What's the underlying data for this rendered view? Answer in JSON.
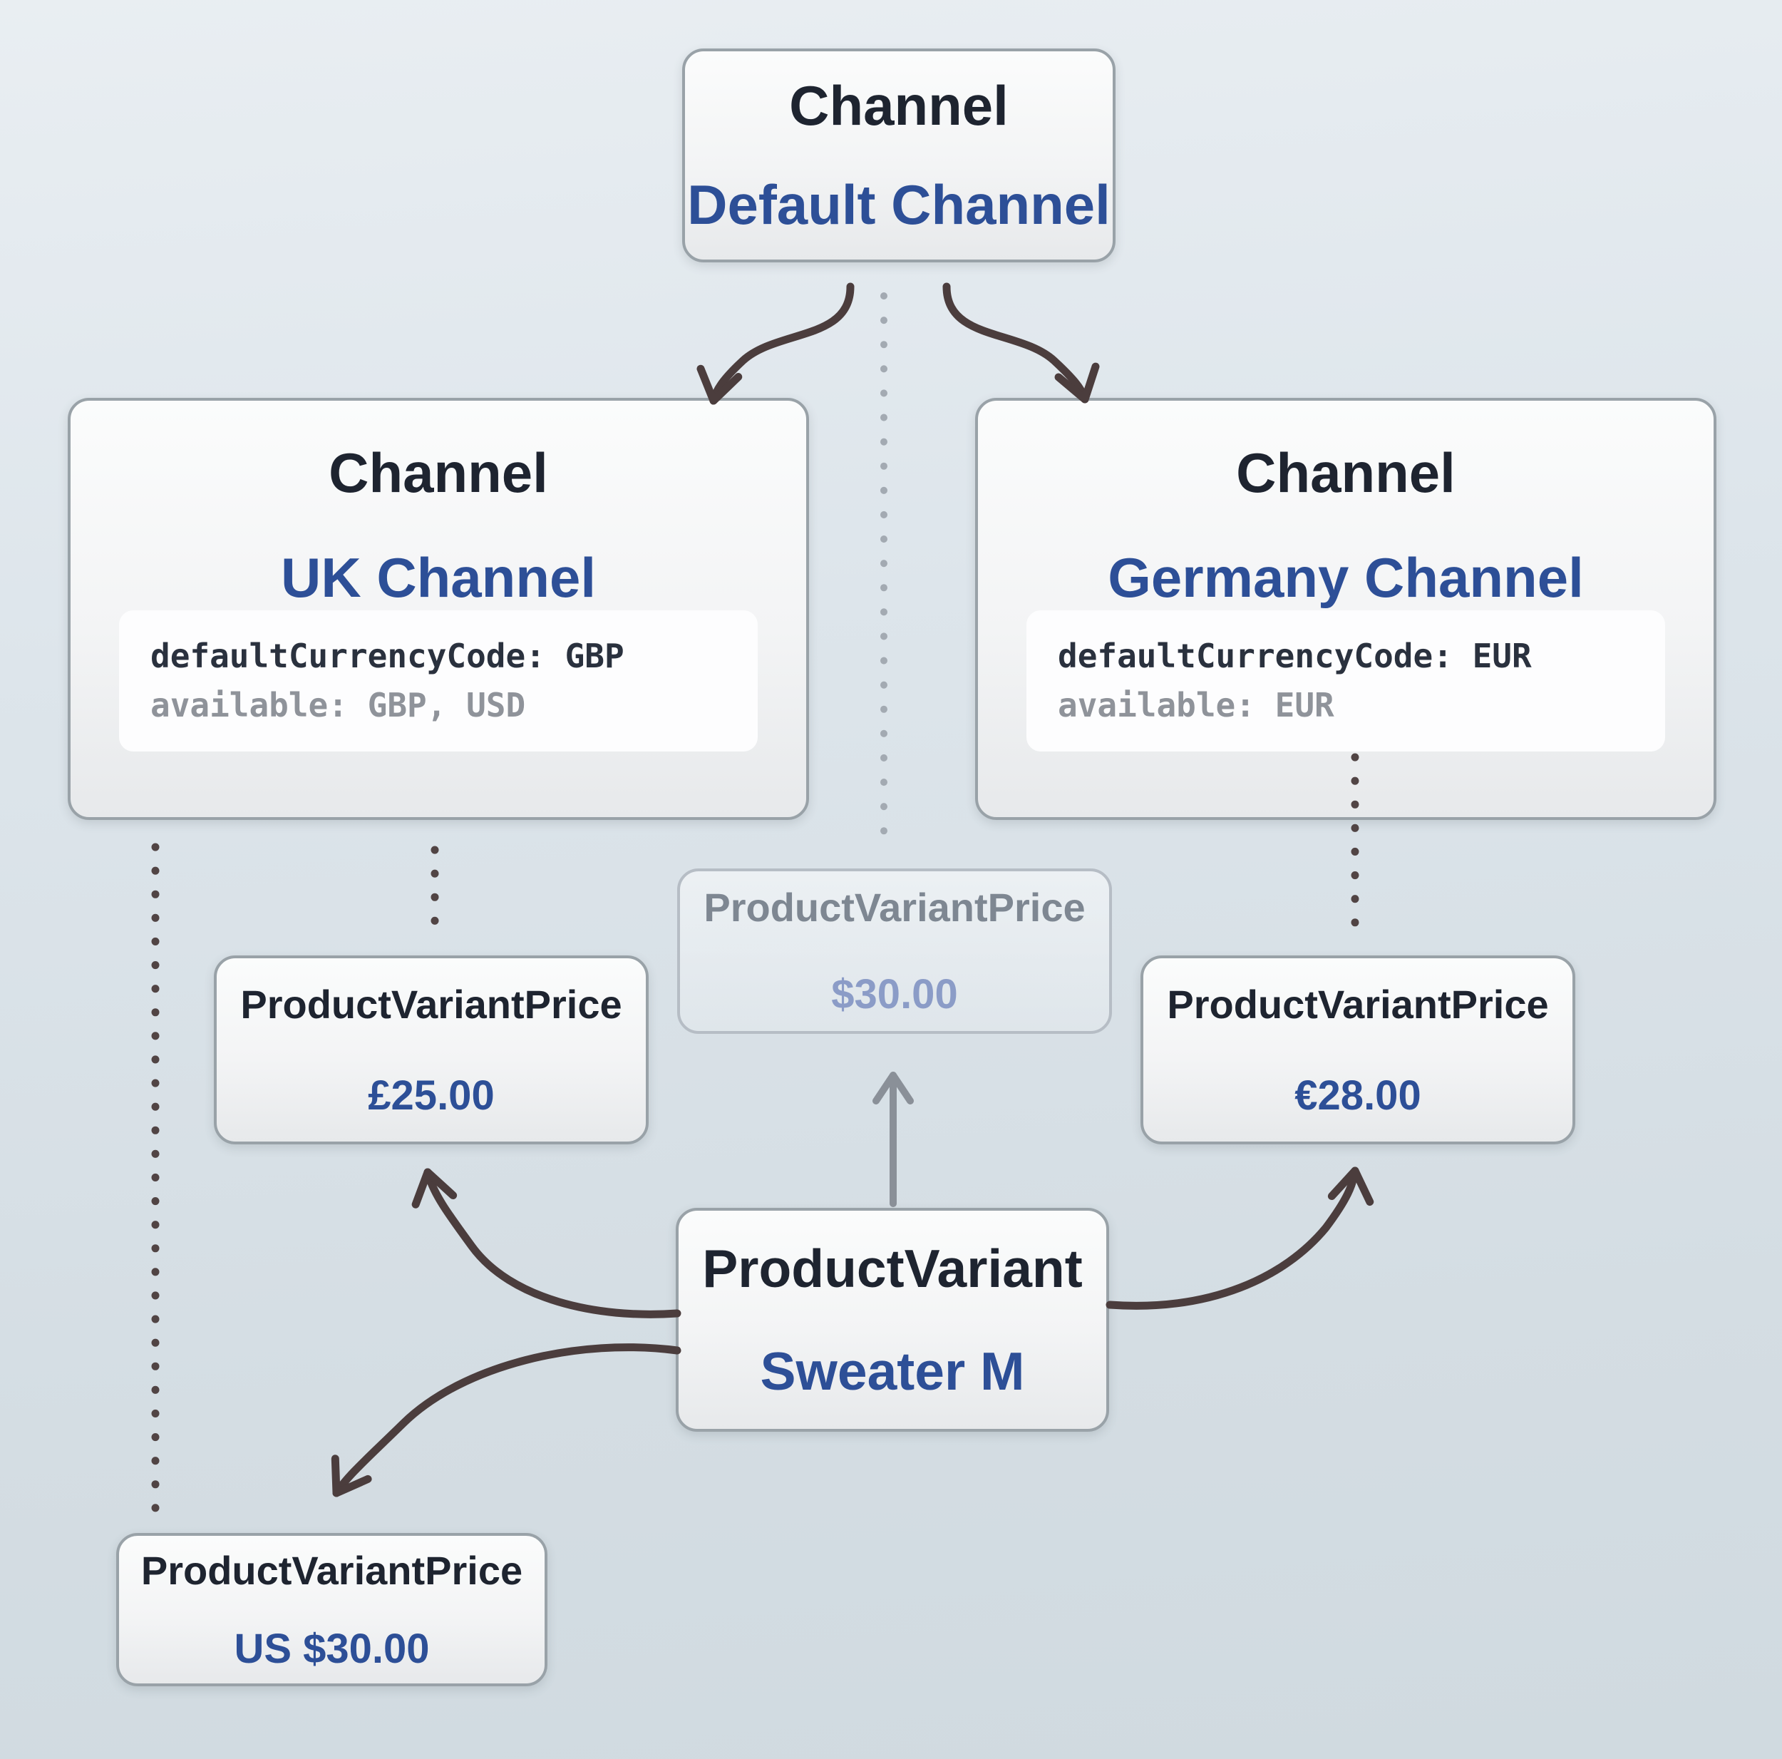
{
  "diagram": {
    "topic": "Channel and ProductVariant price relationships",
    "nodes": {
      "default_channel": {
        "type_label": "Channel",
        "name": "Default Channel"
      },
      "uk_channel": {
        "type_label": "Channel",
        "name": "UK Channel",
        "code_line1": "defaultCurrencyCode: GBP",
        "code_line2": "available: GBP, USD"
      },
      "germany_channel": {
        "type_label": "Channel",
        "name": "Germany Channel",
        "code_line1": "defaultCurrencyCode: EUR",
        "code_line2": "available: EUR"
      },
      "uk_price": {
        "type_label": "ProductVariantPrice",
        "value": "£25.00"
      },
      "default_price_ghost": {
        "type_label": "ProductVariantPrice",
        "value": "$30.00"
      },
      "germany_price": {
        "type_label": "ProductVariantPrice",
        "value": "€28.00"
      },
      "usd_price": {
        "type_label": "ProductVariantPrice",
        "value": "US $30.00"
      },
      "product_variant": {
        "type_label": "ProductVariant",
        "name": "Sweater M"
      }
    },
    "edges": [
      {
        "from": "default_channel",
        "to": "uk_channel",
        "style": "solid-arrow-dark"
      },
      {
        "from": "default_channel",
        "to": "germany_channel",
        "style": "solid-arrow-dark"
      },
      {
        "from": "default_channel",
        "to": "default_price_ghost",
        "style": "dotted-light"
      },
      {
        "from": "uk_channel",
        "to": "usd_price",
        "style": "dotted-dark"
      },
      {
        "from": "uk_channel",
        "to": "uk_price",
        "style": "dotted-dark"
      },
      {
        "from": "germany_channel",
        "to": "germany_price",
        "style": "dotted-dark"
      },
      {
        "from": "product_variant",
        "to": "default_price_ghost",
        "style": "solid-arrow-gray"
      },
      {
        "from": "product_variant",
        "to": "uk_price",
        "style": "solid-arrow-dark"
      },
      {
        "from": "product_variant",
        "to": "usd_price",
        "style": "solid-arrow-dark"
      },
      {
        "from": "product_variant",
        "to": "germany_price",
        "style": "solid-arrow-dark"
      }
    ],
    "colors": {
      "background_top": "#e9eef2",
      "background_bottom": "#d0dae0",
      "box_border": "#99a2a8",
      "box_fill": "#f5f6f7",
      "heading_text": "#1e2430",
      "accent_blue": "#2d4f97",
      "code_text": "#2a313e",
      "code_muted": "#8f939a",
      "connector_dark": "#4b3d3d",
      "connector_light": "#a3aab2",
      "connector_gray": "#8a9098",
      "ghost_title": "#7e8792",
      "ghost_value": "#8b9cc7"
    }
  }
}
